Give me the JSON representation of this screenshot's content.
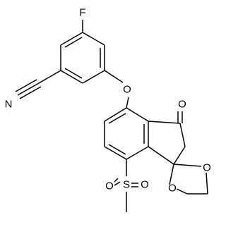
{
  "molecule": {
    "atoms": {
      "fluorine": "F",
      "nitrile_nitrogen": "N",
      "ether_oxygen": "O",
      "ketone_oxygen": "O",
      "dioxolane_oxygen_1": "O",
      "dioxolane_oxygen_2": "O",
      "sulfur": "S",
      "sulfonyl_oxygen_left": "O",
      "sulfonyl_oxygen_right": "O"
    }
  }
}
